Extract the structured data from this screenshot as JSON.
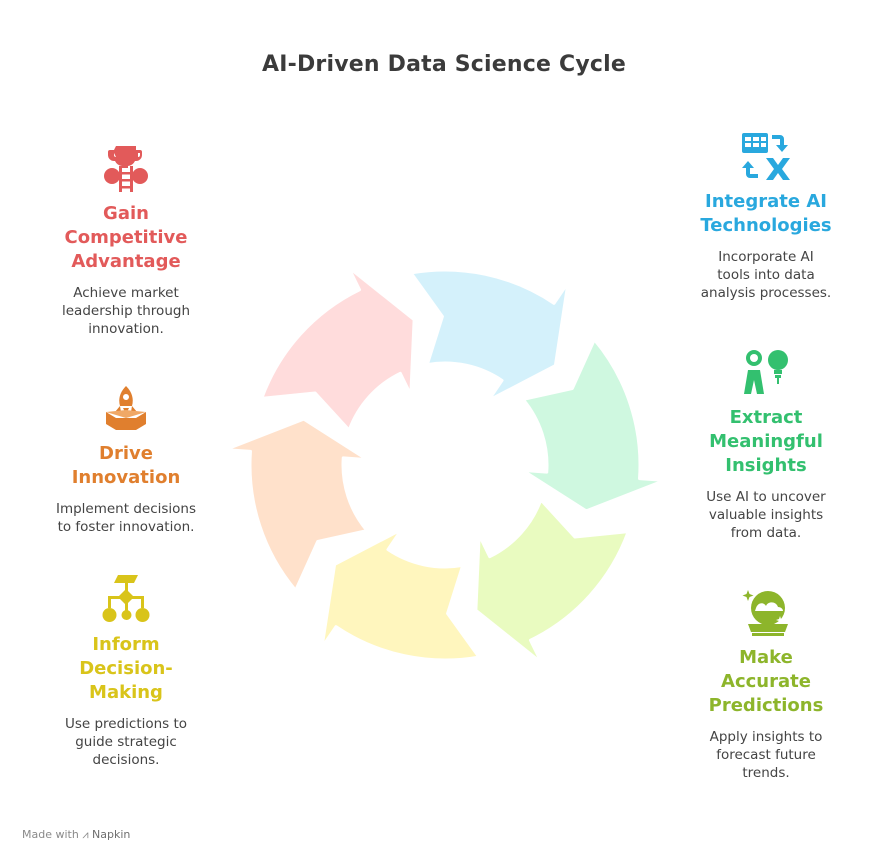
{
  "title": "AI-Driven Data Science Cycle",
  "colors": {
    "red": "#E25A5A",
    "orange": "#E07F2E",
    "yellow": "#D9C41A",
    "blue": "#29A8DE",
    "teal": "#33C06F",
    "green": "#8DB52B"
  },
  "left_items": [
    {
      "heading_lines": [
        "Gain",
        "Competitive",
        "Advantage"
      ],
      "desc_lines": [
        "Achieve market",
        "leadership through",
        "innovation."
      ],
      "icon": "trophy-ladder-icon"
    },
    {
      "heading_lines": [
        "Drive",
        "Innovation"
      ],
      "desc_lines": [
        "Implement decisions",
        "to foster innovation."
      ],
      "icon": "rocket-launch-icon"
    },
    {
      "heading_lines": [
        "Inform",
        "Decision-",
        "Making"
      ],
      "desc_lines": [
        "Use predictions to",
        "guide strategic",
        "decisions."
      ],
      "icon": "decision-tree-icon"
    }
  ],
  "right_items": [
    {
      "heading_lines": [
        "Integrate AI",
        "Technologies"
      ],
      "desc_lines": [
        "Incorporate AI",
        "tools into data",
        "analysis processes."
      ],
      "icon": "spreadsheet-convert-icon"
    },
    {
      "heading_lines": [
        "Extract",
        "Meaningful",
        "Insights"
      ],
      "desc_lines": [
        "Use AI to uncover",
        "valuable insights",
        "from data."
      ],
      "icon": "person-lightbulb-icon"
    },
    {
      "heading_lines": [
        "Make",
        "Accurate",
        "Predictions"
      ],
      "desc_lines": [
        "Apply insights to",
        "forecast future",
        "trends."
      ],
      "icon": "crystal-ball-icon"
    }
  ],
  "footer": {
    "prefix": "Made with",
    "brand": "Napkin"
  }
}
